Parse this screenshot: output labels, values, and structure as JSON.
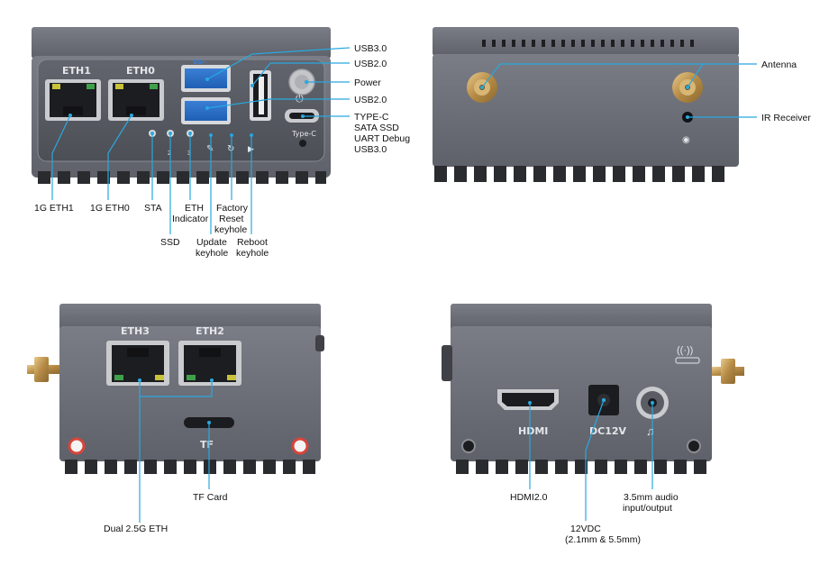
{
  "accent_color": "#29a8e0",
  "views": {
    "front": {
      "port_labels": {
        "eth1": "ETH1",
        "eth0": "ETH0",
        "typec": "Type-C",
        "led2": "2",
        "led3": "3"
      },
      "callouts": {
        "usb30": "USB3.0",
        "usb20_top": "USB2.0",
        "power": "Power",
        "usb20_side": "USB2.0",
        "typec": [
          "TYPE-C",
          "SATA SSD",
          "UART Debug",
          "USB3.0"
        ],
        "eth1": "1G ETH1",
        "eth0": "1G ETH0",
        "sta": "STA",
        "eth_indicator": [
          "ETH",
          "Indicator"
        ],
        "factory_reset": [
          "Factory",
          "Reset",
          "keyhole"
        ],
        "ssd": "SSD",
        "update": [
          "Update",
          "keyhole"
        ],
        "reboot": [
          "Reboot",
          "keyhole"
        ]
      }
    },
    "top": {
      "callouts": {
        "antenna": "Antenna",
        "ir_receiver": "IR Receiver"
      }
    },
    "side_left": {
      "port_labels": {
        "eth3": "ETH3",
        "eth2": "ETH2",
        "tf": "TF"
      },
      "callouts": {
        "tf_card": "TF Card",
        "dual_eth": "Dual 2.5G ETH"
      }
    },
    "rear": {
      "port_labels": {
        "hdmi": "HDMI",
        "dc": "DC12V"
      },
      "callouts": {
        "hdmi": "HDMI2.0",
        "dc": [
          "12VDC",
          "(2.1mm & 5.5mm)"
        ],
        "audio": [
          "3.5mm audio",
          "input/output"
        ]
      }
    }
  }
}
